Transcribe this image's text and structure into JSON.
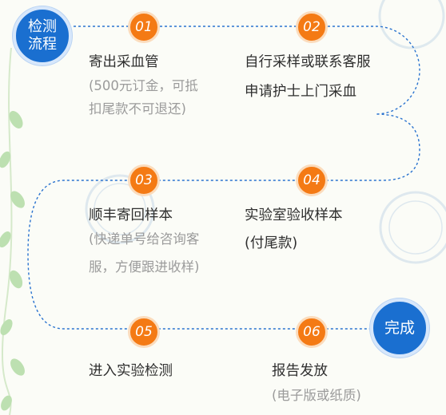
{
  "start_badge": {
    "line1": "检测",
    "line2": "流程"
  },
  "end_badge": {
    "label": "完成"
  },
  "steps": [
    {
      "number": "01",
      "title": "寄出采血管",
      "notes": [
        "(500元订金，可抵",
        "扣尾款不可退还)"
      ]
    },
    {
      "number": "02",
      "title_lines": [
        "自行采样或联系客服",
        "申请护士上门采血"
      ]
    },
    {
      "number": "03",
      "title": "顺丰寄回样本",
      "notes": [
        "(快递单号给咨询客",
        "服，方便跟进收样)"
      ]
    },
    {
      "number": "04",
      "title": "实验室验收样本",
      "title_line2": "(付尾款)"
    },
    {
      "number": "05",
      "title": "进入实验检测"
    },
    {
      "number": "06",
      "title": "报告发放",
      "notes": [
        "(电子版或纸质)"
      ]
    }
  ],
  "colors": {
    "step_circle": "#f47a14",
    "badge_circle": "#1a6fd0",
    "path_line": "#2a73cf"
  }
}
